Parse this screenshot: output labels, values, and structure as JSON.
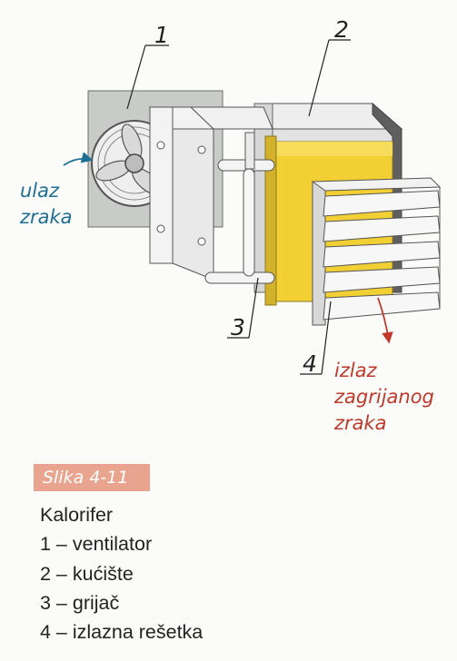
{
  "figure": {
    "callouts": [
      "1",
      "2",
      "3",
      "4"
    ],
    "inlet_label": [
      "ulaz",
      "zraka"
    ],
    "outlet_label": [
      "izlaz",
      "zagrijanog",
      "zraka"
    ],
    "colors": {
      "inlet_text": "#1e6f93",
      "outlet_text": "#c0392b",
      "heater_core": "#f2cf33",
      "badge": "#e8a48f"
    }
  },
  "caption": {
    "badge": "Slika 4-11",
    "title": "Kalorifer",
    "items": [
      "1 – ventilator",
      "2 – kućište",
      "3 – grijač",
      "4 – izlazna rešetka"
    ]
  }
}
